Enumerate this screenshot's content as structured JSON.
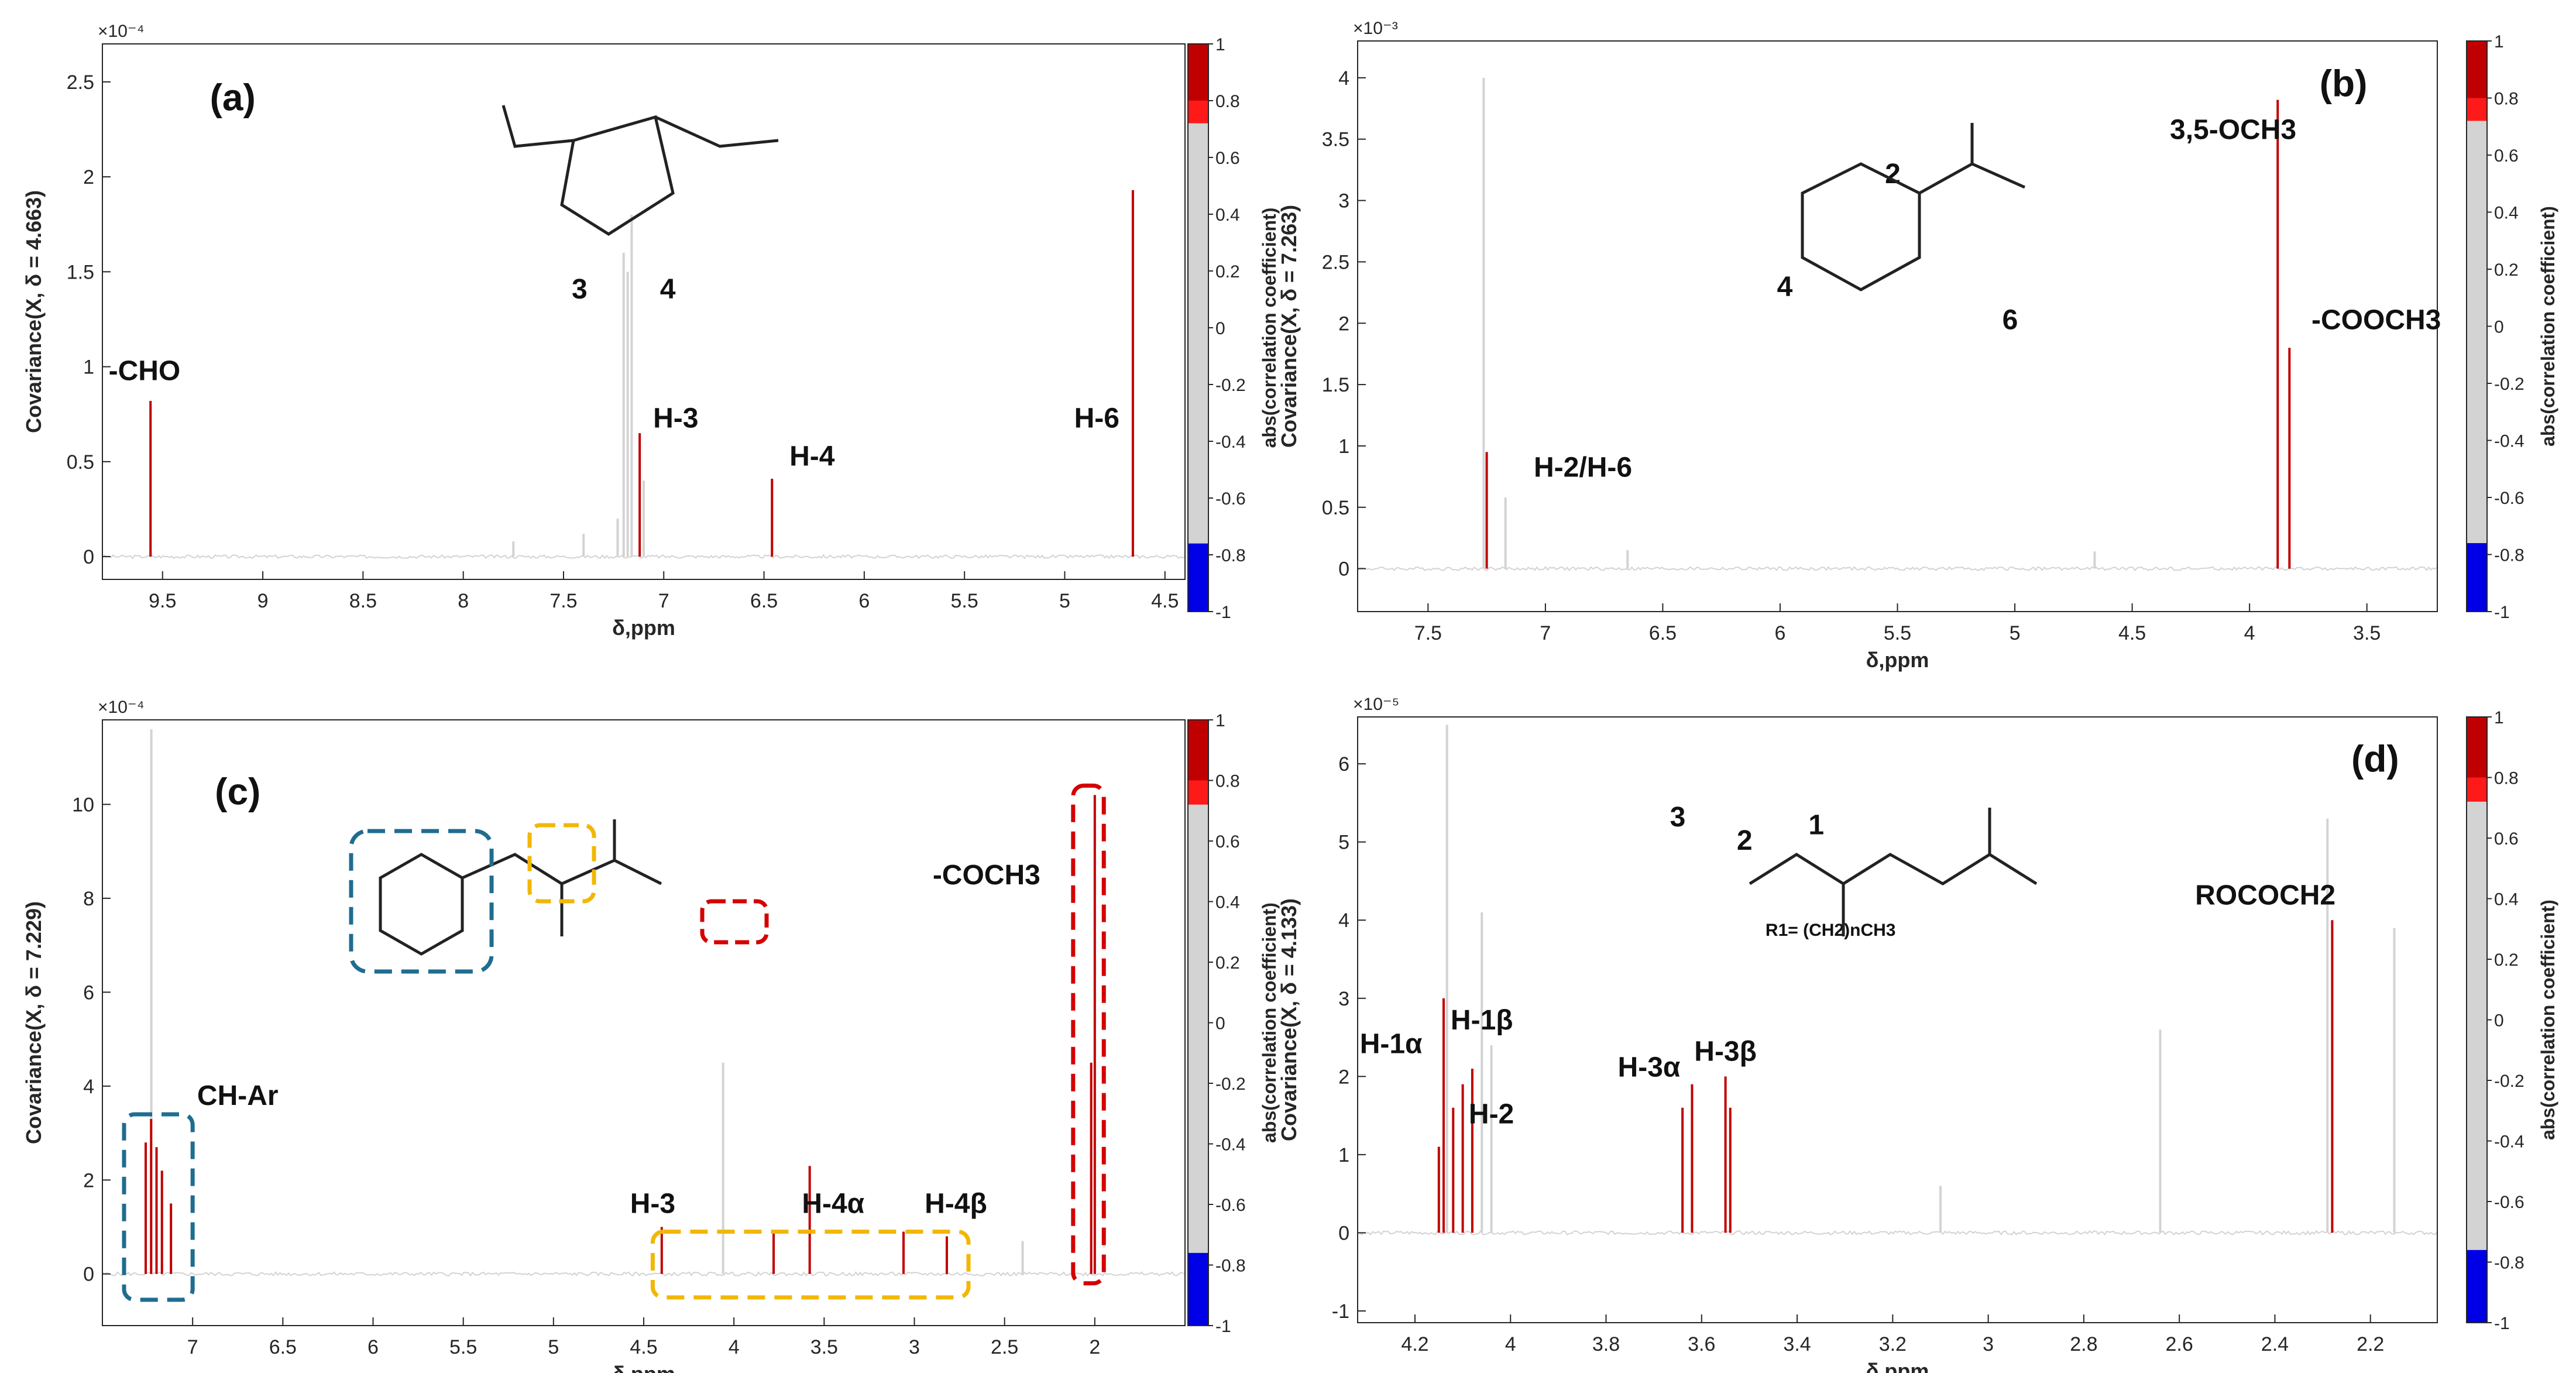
{
  "figure": {
    "colorbar_ticks": [
      "1",
      "0.8",
      "0.6",
      "0.4",
      "0.2",
      "0",
      "-0.2",
      "-0.4",
      "-0.6",
      "-0.8",
      "-1"
    ],
    "colors": {
      "strong_positive": "#c00000",
      "positive": "#ff1a1a",
      "neutral": "#d3d3d3",
      "negative": "#0000e6",
      "box_blue": "#1f6d8f",
      "box_yellow": "#f2b705",
      "box_red": "#d40000"
    }
  },
  "chart_data": [
    {
      "panel": "(a)",
      "type": "line",
      "xlabel": "δ,ppm",
      "ylabel": "Covariance(X, δ = 4.663)",
      "exponent": "×10⁻⁴",
      "colorbar_label": "abs(correlation coefficient)",
      "xlim": [
        9.8,
        4.4
      ],
      "ylim": [
        -0.12,
        2.7
      ],
      "xticks": [
        9.5,
        9,
        8.5,
        8,
        7.5,
        7,
        6.5,
        6,
        5.5,
        5,
        4.5
      ],
      "yticks": [
        0,
        0.5,
        1,
        1.5,
        2,
        2.5
      ],
      "peaks": [
        {
          "ppm": 9.56,
          "value": 0.82,
          "corr": 0.85
        },
        {
          "ppm": 7.23,
          "value": 0.2,
          "corr": 0.3
        },
        {
          "ppm": 7.18,
          "value": 1.5,
          "corr": 0.2
        },
        {
          "ppm": 7.16,
          "value": 1.8,
          "corr": 0.25
        },
        {
          "ppm": 7.12,
          "value": 0.65,
          "corr": 0.9
        },
        {
          "ppm": 7.1,
          "value": 0.4,
          "corr": 0.2
        },
        {
          "ppm": 7.2,
          "value": 1.6,
          "corr": 0.2
        },
        {
          "ppm": 6.46,
          "value": 0.41,
          "corr": 0.9
        },
        {
          "ppm": 4.66,
          "value": 1.93,
          "corr": 1.0
        },
        {
          "ppm": 7.75,
          "value": 0.08,
          "corr": 0.2
        },
        {
          "ppm": 7.4,
          "value": 0.12,
          "corr": 0.2
        }
      ],
      "annotations": [
        {
          "text": "(a)",
          "ppm": 9.15,
          "value": 2.35,
          "size": 64
        },
        {
          "text": "-CHO",
          "ppm": 9.59,
          "value": 0.93,
          "size": 48
        },
        {
          "text": "H-3",
          "ppm": 6.94,
          "value": 0.68,
          "size": 48
        },
        {
          "text": "H-4",
          "ppm": 6.26,
          "value": 0.48,
          "size": 48
        },
        {
          "text": "H-6",
          "ppm": 4.84,
          "value": 0.68,
          "size": 48
        },
        {
          "text": "3",
          "ppm": 7.42,
          "value": 1.36,
          "size": 48
        },
        {
          "text": "4",
          "ppm": 6.98,
          "value": 1.36,
          "size": 48
        }
      ]
    },
    {
      "panel": "(b)",
      "type": "line",
      "xlabel": "δ,ppm",
      "ylabel": "Covariance(X, δ = 7.263)",
      "exponent": "×10⁻³",
      "colorbar_label": "abs(correlation coefficient)",
      "xlim": [
        7.8,
        3.2
      ],
      "ylim": [
        -0.35,
        4.3
      ],
      "xticks": [
        7.5,
        7,
        6.5,
        6,
        5.5,
        5,
        4.5,
        4,
        3.5
      ],
      "yticks": [
        0,
        0.5,
        1,
        1.5,
        2,
        2.5,
        3,
        3.5,
        4
      ],
      "peaks": [
        {
          "ppm": 7.263,
          "value": 4.0,
          "corr": 0.3
        },
        {
          "ppm": 7.25,
          "value": 0.95,
          "corr": 0.9
        },
        {
          "ppm": 7.17,
          "value": 0.58,
          "corr": 0.2
        },
        {
          "ppm": 6.65,
          "value": 0.15,
          "corr": 0.2
        },
        {
          "ppm": 4.66,
          "value": 0.14,
          "corr": 0.2
        },
        {
          "ppm": 3.88,
          "value": 3.82,
          "corr": 0.95
        },
        {
          "ppm": 3.83,
          "value": 1.8,
          "corr": 0.95
        }
      ],
      "annotations": [
        {
          "text": "(b)",
          "ppm": 3.6,
          "value": 3.85,
          "size": 64
        },
        {
          "text": "3,5-OCH3",
          "ppm": 4.07,
          "value": 3.5,
          "size": 48
        },
        {
          "text": "-COOCH3",
          "ppm": 3.46,
          "value": 1.95,
          "size": 48
        },
        {
          "text": "H-2/H-6",
          "ppm": 6.84,
          "value": 0.75,
          "size": 48
        },
        {
          "text": "2",
          "ppm": 5.52,
          "value": 3.14,
          "size": 48
        },
        {
          "text": "4",
          "ppm": 5.98,
          "value": 2.22,
          "size": 48
        },
        {
          "text": "6",
          "ppm": 5.02,
          "value": 1.95,
          "size": 48
        }
      ]
    },
    {
      "panel": "(c)",
      "type": "line",
      "xlabel": "δ,ppm",
      "ylabel": "Covariance(X, δ = 7.229)",
      "exponent": "×10⁻⁴",
      "colorbar_label": "abs(correlation coefficient)",
      "xlim": [
        7.5,
        1.5
      ],
      "ylim": [
        -1.1,
        11.8
      ],
      "xticks": [
        7,
        6.5,
        6,
        5.5,
        5,
        4.5,
        4,
        3.5,
        3,
        2.5,
        2
      ],
      "yticks": [
        0,
        2,
        4,
        6,
        8,
        10
      ],
      "peaks": [
        {
          "ppm": 7.229,
          "value": 11.6,
          "corr": 0.3
        },
        {
          "ppm": 7.26,
          "value": 2.8,
          "corr": 0.9
        },
        {
          "ppm": 7.23,
          "value": 3.3,
          "corr": 0.9
        },
        {
          "ppm": 7.2,
          "value": 2.7,
          "corr": 0.9
        },
        {
          "ppm": 7.17,
          "value": 2.2,
          "corr": 0.9
        },
        {
          "ppm": 7.12,
          "value": 1.5,
          "corr": 0.9
        },
        {
          "ppm": 4.4,
          "value": 1.0,
          "corr": 0.9
        },
        {
          "ppm": 4.06,
          "value": 4.5,
          "corr": 0.2
        },
        {
          "ppm": 3.78,
          "value": 0.9,
          "corr": 0.9
        },
        {
          "ppm": 3.58,
          "value": 2.3,
          "corr": 0.9
        },
        {
          "ppm": 3.06,
          "value": 0.9,
          "corr": 0.9
        },
        {
          "ppm": 2.82,
          "value": 0.8,
          "corr": 0.9
        },
        {
          "ppm": 2.4,
          "value": 0.7,
          "corr": 0.2
        },
        {
          "ppm": 2.0,
          "value": 10.2,
          "corr": 1.0
        },
        {
          "ppm": 2.02,
          "value": 4.5,
          "corr": 0.95
        }
      ],
      "annotations": [
        {
          "text": "(c)",
          "ppm": 6.75,
          "value": 10.0,
          "size": 64
        },
        {
          "text": "-COCH3",
          "ppm": 2.6,
          "value": 8.3,
          "size": 48
        },
        {
          "text": "CH-Ar",
          "ppm": 6.75,
          "value": 3.6,
          "size": 48
        },
        {
          "text": "H-3",
          "ppm": 4.45,
          "value": 1.3,
          "size": 48
        },
        {
          "text": "H-4α",
          "ppm": 3.45,
          "value": 1.3,
          "size": 48
        },
        {
          "text": "H-4β",
          "ppm": 2.77,
          "value": 1.3,
          "size": 48
        }
      ]
    },
    {
      "panel": "(d)",
      "type": "line",
      "xlabel": "δ,ppm",
      "ylabel": "Covariance(X, δ = 4.133)",
      "exponent": "×10⁻⁵",
      "colorbar_label": "abs(correlation coefficient)",
      "xlim": [
        4.32,
        2.06
      ],
      "ylim": [
        -1.15,
        6.6
      ],
      "xticks": [
        4.2,
        4,
        3.8,
        3.6,
        3.4,
        3.2,
        3,
        2.8,
        2.6,
        2.4,
        2.2
      ],
      "yticks": [
        -1,
        0,
        1,
        2,
        3,
        4,
        5,
        6
      ],
      "peaks": [
        {
          "ppm": 4.133,
          "value": 6.5,
          "corr": 0.3
        },
        {
          "ppm": 4.15,
          "value": 1.1,
          "corr": 0.9
        },
        {
          "ppm": 4.14,
          "value": 3.0,
          "corr": 0.9
        },
        {
          "ppm": 4.12,
          "value": 1.6,
          "corr": 0.9
        },
        {
          "ppm": 4.1,
          "value": 1.9,
          "corr": 0.9
        },
        {
          "ppm": 4.08,
          "value": 2.1,
          "corr": 0.9
        },
        {
          "ppm": 4.06,
          "value": 4.1,
          "corr": 0.2
        },
        {
          "ppm": 4.04,
          "value": 2.4,
          "corr": 0.2
        },
        {
          "ppm": 3.64,
          "value": 1.6,
          "corr": 0.9
        },
        {
          "ppm": 3.62,
          "value": 1.9,
          "corr": 0.9
        },
        {
          "ppm": 3.55,
          "value": 2.0,
          "corr": 0.9
        },
        {
          "ppm": 3.54,
          "value": 1.6,
          "corr": 0.9
        },
        {
          "ppm": 3.1,
          "value": 0.6,
          "corr": 0.2
        },
        {
          "ppm": 2.64,
          "value": 2.6,
          "corr": 0.2
        },
        {
          "ppm": 2.29,
          "value": 5.3,
          "corr": 0.3
        },
        {
          "ppm": 2.28,
          "value": 4.0,
          "corr": 0.95
        },
        {
          "ppm": 2.15,
          "value": 3.9,
          "corr": 0.2
        }
      ],
      "annotations": [
        {
          "text": "(d)",
          "ppm": 2.19,
          "value": 5.9,
          "size": 64
        },
        {
          "text": "ROCOCH2",
          "ppm": 2.42,
          "value": 4.2,
          "size": 48
        },
        {
          "text": "H-1α",
          "ppm": 4.25,
          "value": 2.3,
          "size": 48
        },
        {
          "text": "H-1β",
          "ppm": 4.06,
          "value": 2.6,
          "size": 48
        },
        {
          "text": "H-2",
          "ppm": 4.04,
          "value": 1.4,
          "size": 48
        },
        {
          "text": "H-3α",
          "ppm": 3.71,
          "value": 2.0,
          "size": 48
        },
        {
          "text": "H-3β",
          "ppm": 3.55,
          "value": 2.2,
          "size": 48
        },
        {
          "text": "3",
          "ppm": 3.65,
          "value": 5.2,
          "size": 48
        },
        {
          "text": "2",
          "ppm": 3.51,
          "value": 4.9,
          "size": 48
        },
        {
          "text": "1",
          "ppm": 3.36,
          "value": 5.1,
          "size": 48
        },
        {
          "text": "R1= (CH2)nCH3",
          "ppm": 3.33,
          "value": 3.8,
          "size": 30
        }
      ]
    }
  ]
}
